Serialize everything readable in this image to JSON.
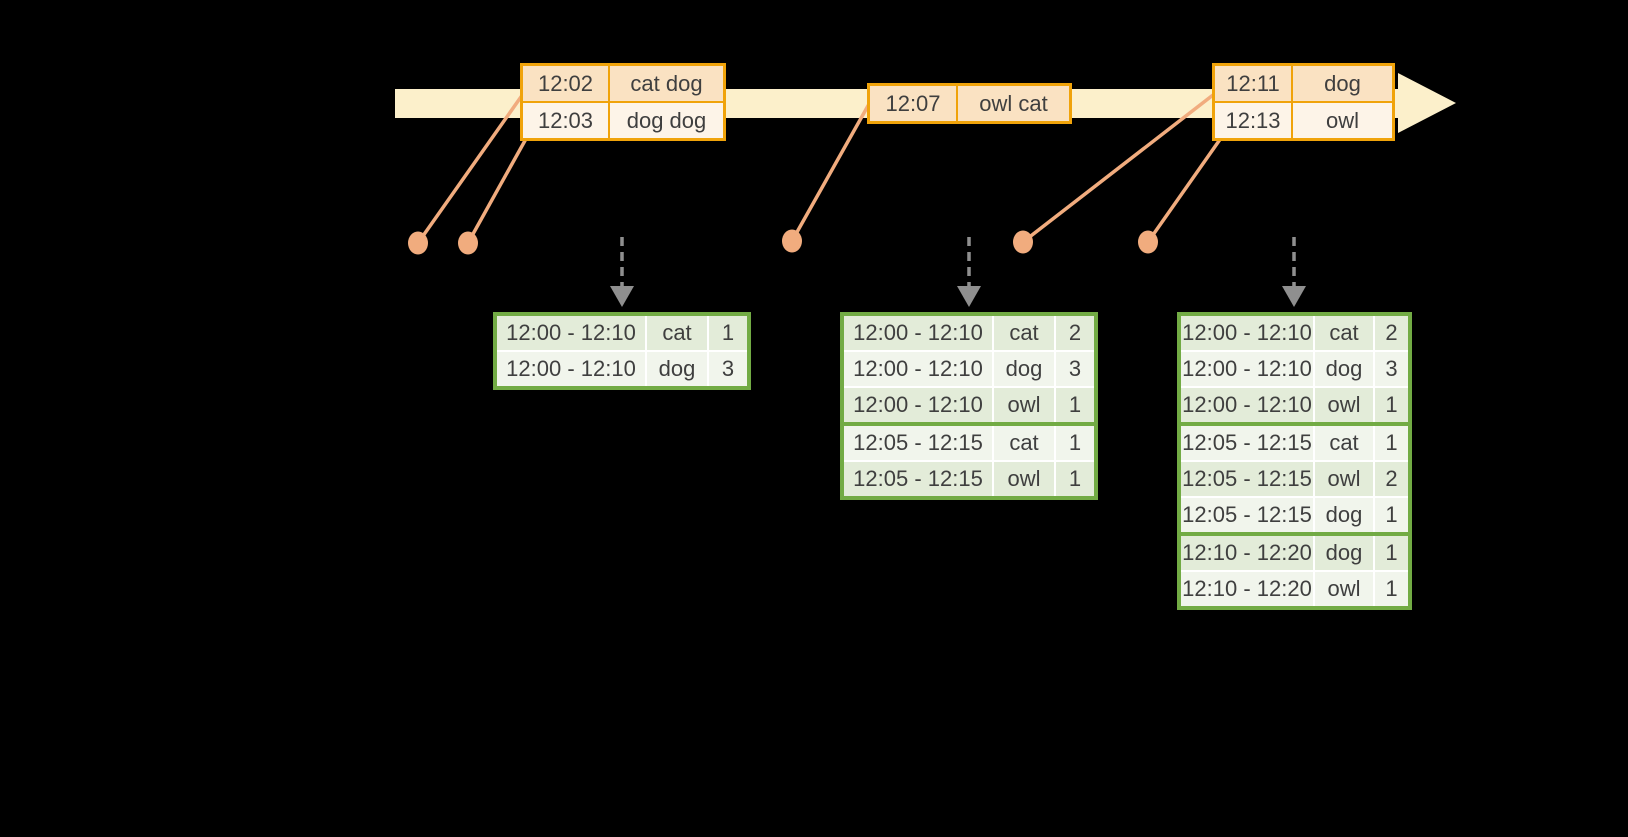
{
  "colors": {
    "gold": "#F0A30A",
    "peach_dark": "#FAE2C2",
    "peach_light": "#FDF4E8",
    "cream": "#FCF0CB",
    "salmon": "#F1AC7E",
    "green": "#72AB44",
    "green_dark": "#E3ECD9",
    "green_light": "#F1F5EC",
    "gray": "#8F8F8F",
    "ink": "#3F3F3F"
  },
  "icons": {
    "timeline_arrow": "right-arrow",
    "event_marker": "dot",
    "drop_arrow": "dashed-down-arrow"
  },
  "event_tables": [
    {
      "rows": [
        {
          "time": "12:02",
          "words": "cat dog"
        },
        {
          "time": "12:03",
          "words": "dog dog"
        }
      ]
    },
    {
      "rows": [
        {
          "time": "12:07",
          "words": "owl cat"
        }
      ]
    },
    {
      "rows": [
        {
          "time": "12:11",
          "words": "dog"
        },
        {
          "time": "12:13",
          "words": "owl"
        }
      ]
    }
  ],
  "result_tables": [
    {
      "rows": [
        {
          "window": "12:00 - 12:10",
          "word": "cat",
          "count": "1"
        },
        {
          "window": "12:00 - 12:10",
          "word": "dog",
          "count": "3"
        }
      ]
    },
    {
      "rows": [
        {
          "window": "12:00 - 12:10",
          "word": "cat",
          "count": "2"
        },
        {
          "window": "12:00 - 12:10",
          "word": "dog",
          "count": "3"
        },
        {
          "window": "12:00 - 12:10",
          "word": "owl",
          "count": "1"
        },
        {
          "window": "12:05 - 12:15",
          "word": "cat",
          "count": "1"
        },
        {
          "window": "12:05 - 12:15",
          "word": "owl",
          "count": "1"
        }
      ]
    },
    {
      "rows": [
        {
          "window": "12:00 - 12:10",
          "word": "cat",
          "count": "2"
        },
        {
          "window": "12:00 - 12:10",
          "word": "dog",
          "count": "3"
        },
        {
          "window": "12:00 - 12:10",
          "word": "owl",
          "count": "1"
        },
        {
          "window": "12:05 - 12:15",
          "word": "cat",
          "count": "1"
        },
        {
          "window": "12:05 - 12:15",
          "word": "owl",
          "count": "2"
        },
        {
          "window": "12:05 - 12:15",
          "word": "dog",
          "count": "1"
        },
        {
          "window": "12:10 - 12:20",
          "word": "dog",
          "count": "1"
        },
        {
          "window": "12:10 - 12:20",
          "word": "owl",
          "count": "1"
        }
      ]
    }
  ]
}
